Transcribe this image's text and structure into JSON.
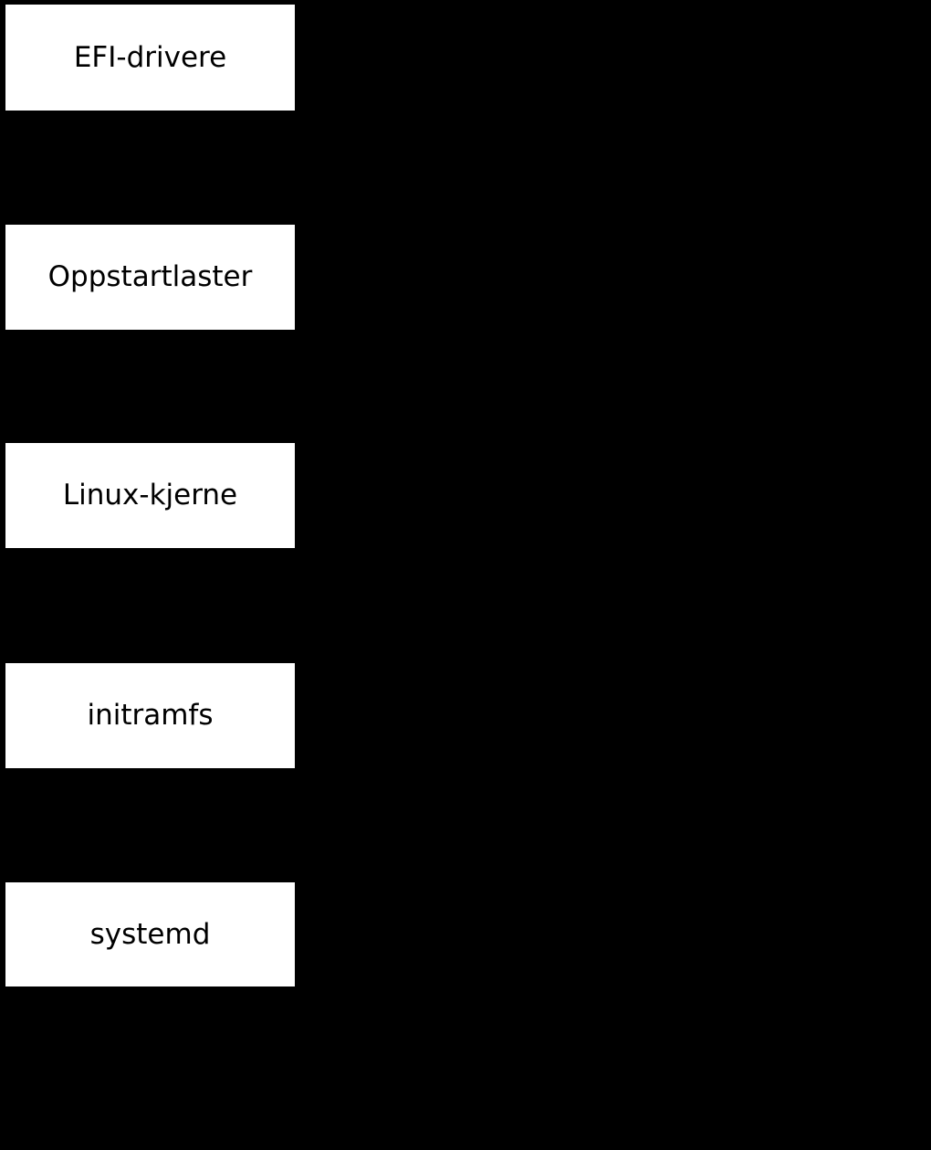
{
  "diagram": {
    "description": "Linux boot sequence flowchart, five stages stacked vertically on black background",
    "nodes": [
      {
        "label": "EFI-drivere"
      },
      {
        "label": "Oppstartlaster"
      },
      {
        "label": "Linux-kjerne"
      },
      {
        "label": "initramfs"
      },
      {
        "label": "systemd"
      }
    ],
    "colors": {
      "background": "#000000",
      "node_fill": "#ffffff",
      "node_text": "#000000"
    }
  }
}
